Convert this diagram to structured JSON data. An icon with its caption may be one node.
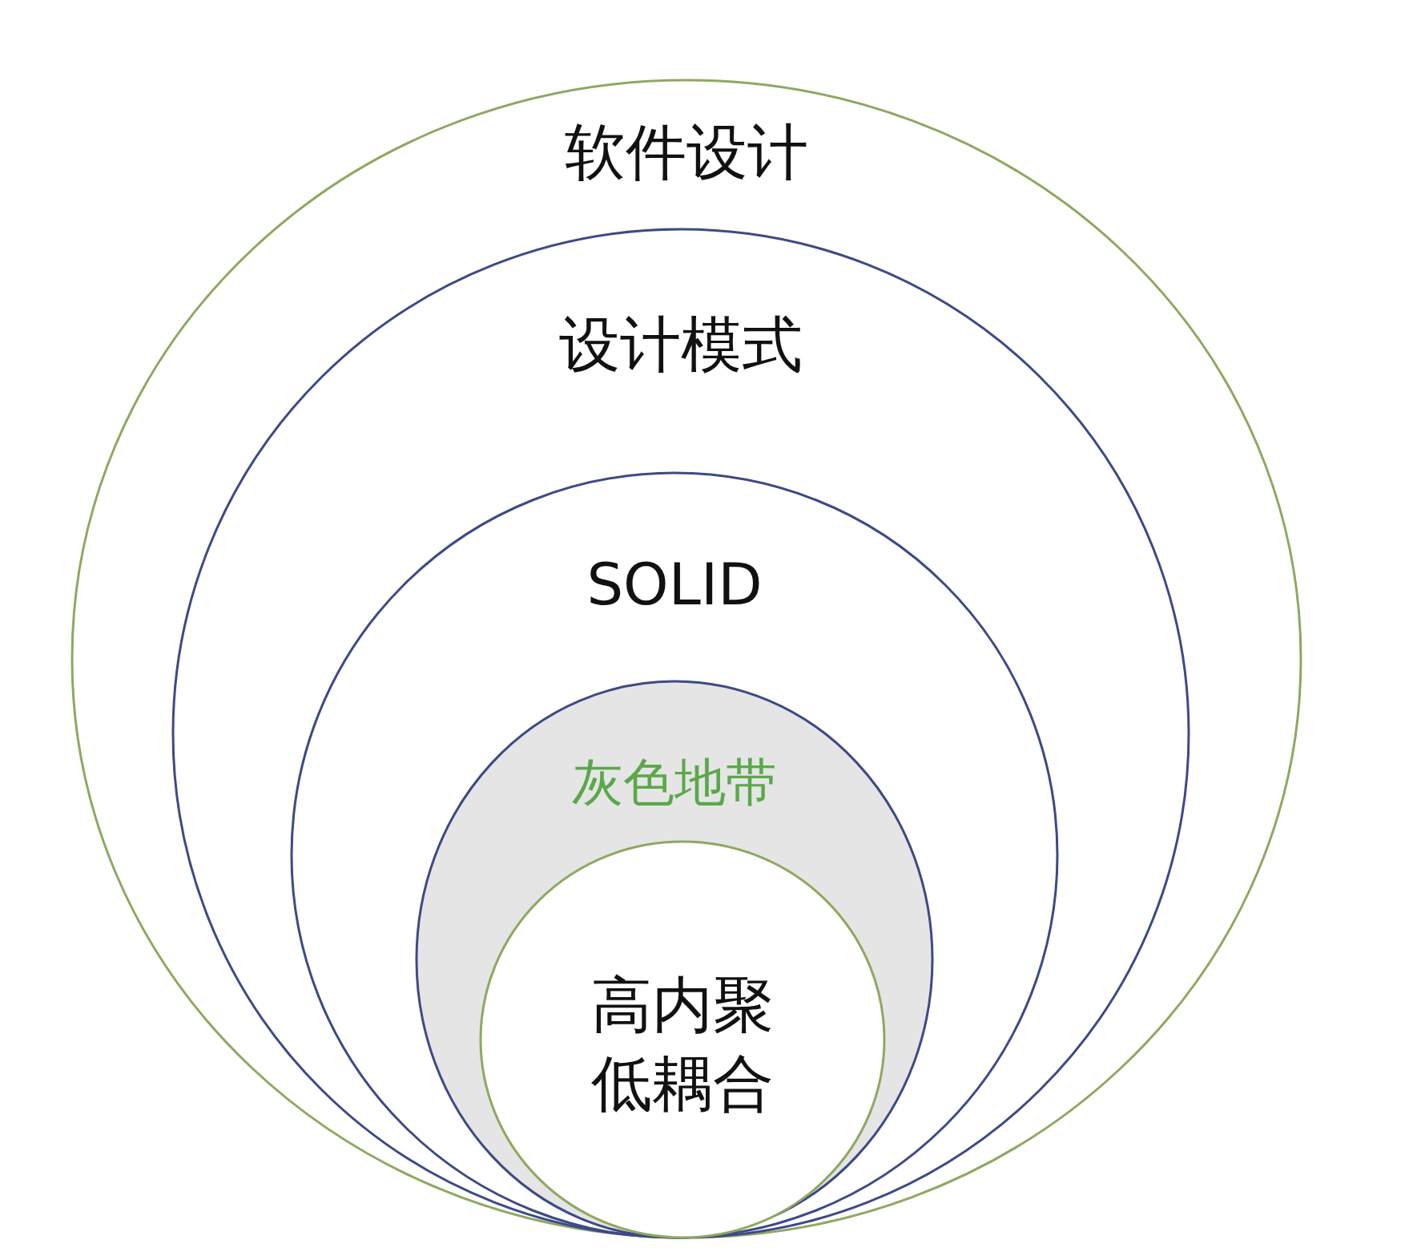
{
  "diagram": {
    "nodes": [
      {
        "text": [
          "软件设计"
        ]
      },
      {
        "text": [
          "设计模式"
        ],
        "in": 0
      },
      {
        "text": [
          "SOLID"
        ],
        "in": 1
      },
      {
        "text": [
          "灰色地带"
        ],
        "in": 2
      },
      {
        "text": [
          "高内聚低耦合"
        ],
        "in": 3
      }
    ]
  }
}
